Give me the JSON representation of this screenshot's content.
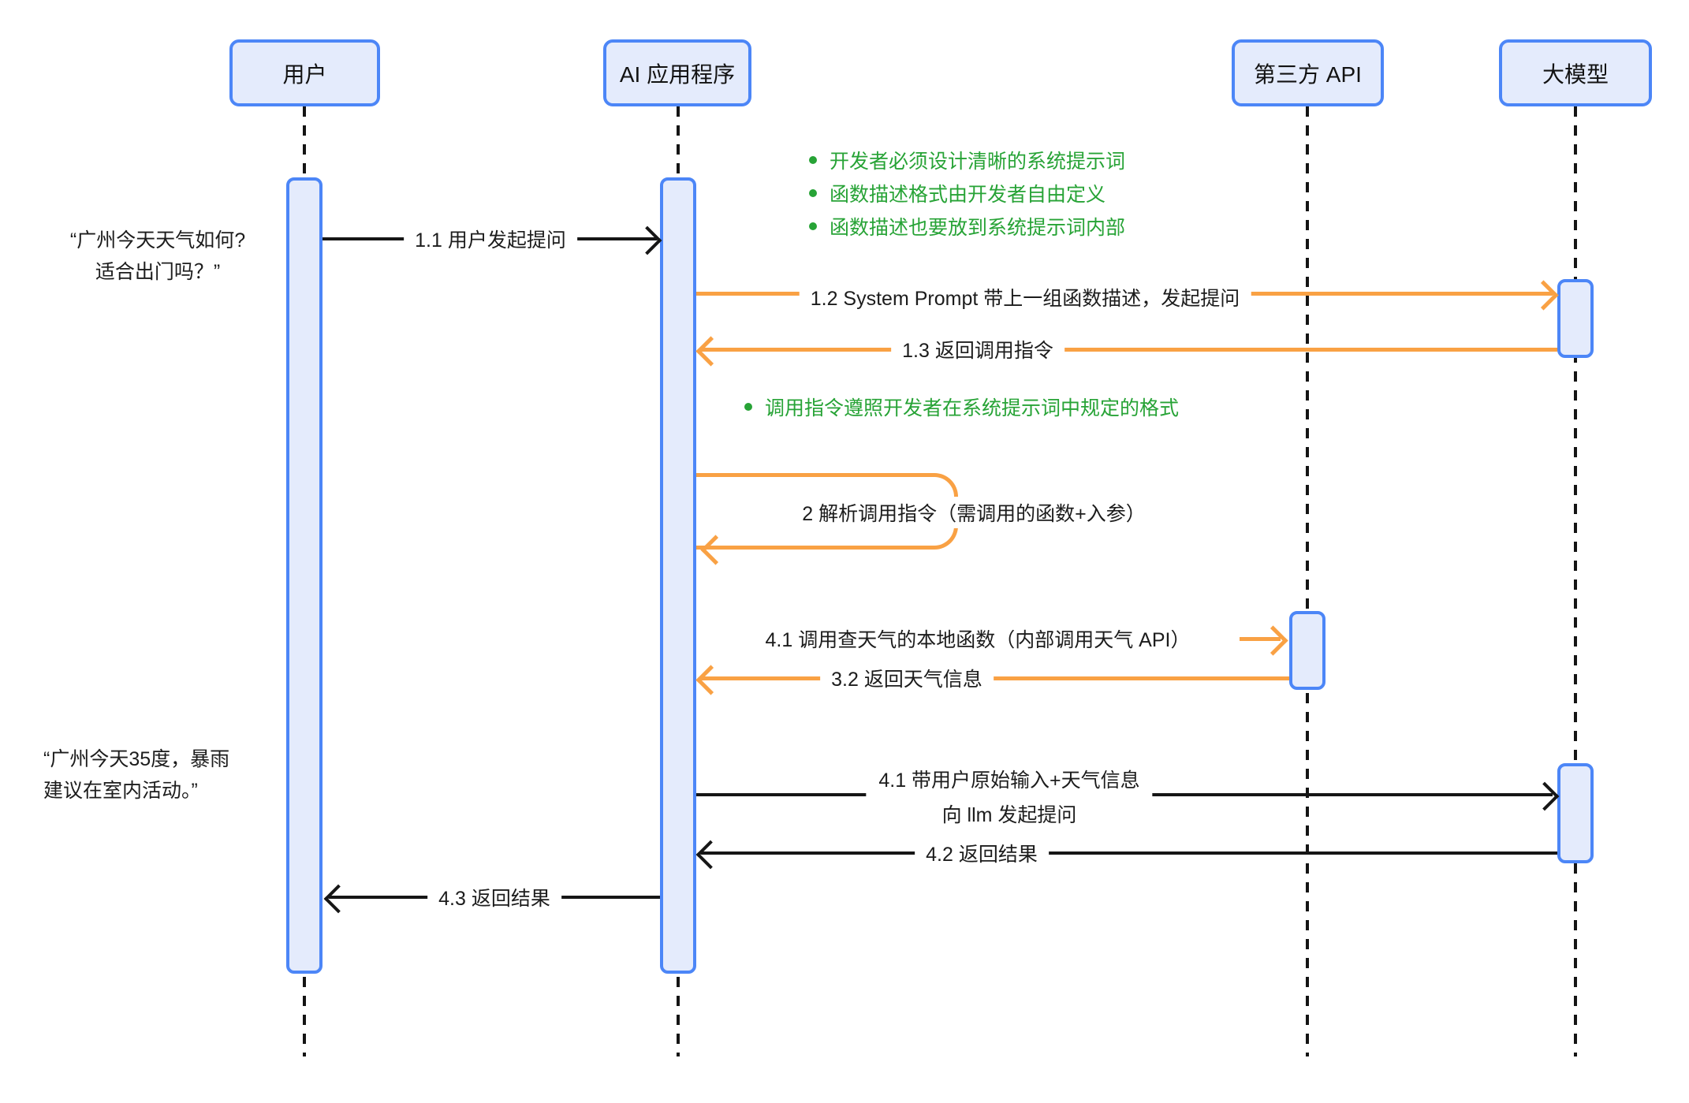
{
  "diagram": {
    "title_hint": "function-calling sequence diagram",
    "actors": [
      {
        "id": "user",
        "label": "用户"
      },
      {
        "id": "ai-app",
        "label": "AI 应用程序"
      },
      {
        "id": "third-party-api",
        "label": "第三方 API"
      },
      {
        "id": "llm",
        "label": "大模型"
      }
    ],
    "notes": {
      "top_bullets": [
        "开发者必须设计清晰的系统提示词",
        "函数描述格式由开发者自由定义",
        "函数描述也要放到系统提示词内部"
      ],
      "mid_bullet": "调用指令遵照开发者在系统提示词中规定的格式"
    },
    "user_quotes": [
      {
        "line1": "“广州今天天气如何?",
        "line2": "适合出门吗？”"
      },
      {
        "line1": "“广州今天35度，暴雨",
        "line2": "建议在室内活动。”"
      }
    ],
    "messages": [
      {
        "id": "1.1",
        "label": "1.1 用户发起提问"
      },
      {
        "id": "1.2",
        "label": "1.2 System Prompt 带上一组函数描述，发起提问"
      },
      {
        "id": "1.3",
        "label": "1.3 返回调用指令"
      },
      {
        "id": "2",
        "label": "2 解析调用指令（需调用的函数+入参）"
      },
      {
        "id": "4.1-local",
        "label": "4.1 调用查天气的本地函数（内部调用天气 API）"
      },
      {
        "id": "3.2",
        "label": "3.2 返回天气信息"
      },
      {
        "id": "4.1-llm",
        "label_line1": "4.1 带用户原始输入+天气信息",
        "label_line2": "向 llm 发起提问"
      },
      {
        "id": "4.2",
        "label": "4.2 返回结果"
      },
      {
        "id": "4.3",
        "label": "4.3 返回结果"
      }
    ],
    "colors": {
      "actor_border": "#4C86F7",
      "actor_fill": "#E4EBFC",
      "line_black": "#161616",
      "line_orange": "#F9A144",
      "note_green": "#27A336"
    }
  }
}
